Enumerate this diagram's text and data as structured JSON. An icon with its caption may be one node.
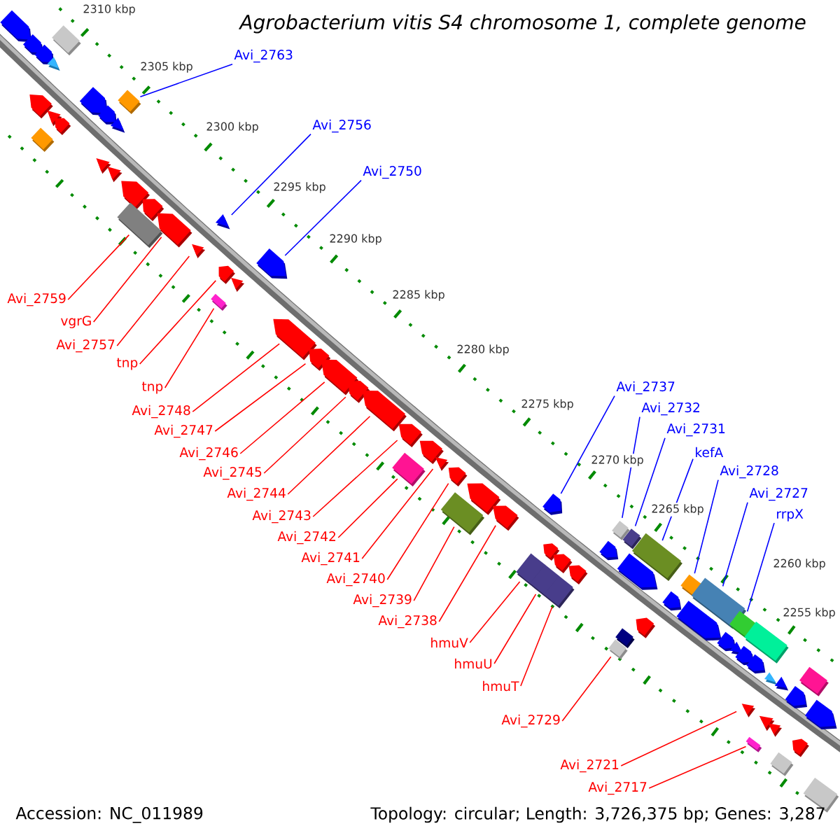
{
  "diagram": {
    "title": "Agrobacterium vitis S4 chromosome 1, complete genome",
    "nodes": [
      {
        "text": [
          "Avi_2763"
        ]
      },
      {
        "text": [
          "Avi_2756"
        ]
      },
      {
        "text": [
          "Avi_2750"
        ]
      },
      {
        "text": [
          "Avi_2759"
        ]
      },
      {
        "text": [
          "vgrG"
        ]
      },
      {
        "text": [
          "Avi_2757"
        ]
      },
      {
        "text": [
          "tnp"
        ]
      },
      {
        "text": [
          "tnp"
        ]
      },
      {
        "text": [
          "Avi_2748"
        ]
      },
      {
        "text": [
          "Avi_2747"
        ]
      },
      {
        "text": [
          "Avi_2746"
        ]
      },
      {
        "text": [
          "Avi_2745"
        ]
      },
      {
        "text": [
          "Avi_2744"
        ]
      },
      {
        "text": [
          "Avi_2743"
        ]
      },
      {
        "text": [
          "Avi_2742"
        ]
      },
      {
        "text": [
          "Avi_2741"
        ]
      },
      {
        "text": [
          "Avi_2740"
        ]
      },
      {
        "text": [
          "Avi_2739"
        ]
      },
      {
        "text": [
          "Avi_2738"
        ]
      },
      {
        "text": [
          "hmuV"
        ]
      },
      {
        "text": [
          "hmuU"
        ]
      },
      {
        "text": [
          "hmuT"
        ]
      },
      {
        "text": [
          "Avi_2729"
        ]
      },
      {
        "text": [
          "Avi_2721"
        ]
      },
      {
        "text": [
          "Avi_2717"
        ]
      },
      {
        "text": [
          "Avi_2737"
        ]
      },
      {
        "text": [
          "Avi_2732"
        ]
      },
      {
        "text": [
          "Avi_2731"
        ]
      },
      {
        "text": [
          "kefA"
        ]
      },
      {
        "text": [
          "Avi_2728"
        ]
      },
      {
        "text": [
          "Avi_2727"
        ]
      },
      {
        "text": [
          "rrpX"
        ]
      },
      {
        "text": [],
        "shape": "arrow"
      },
      {
        "text": [],
        "shape": "arrow"
      },
      {
        "text": [],
        "shape": "arrow"
      },
      {
        "text": [],
        "shape": "box"
      },
      {
        "text": [],
        "shape": "triangle"
      },
      {
        "text": [],
        "shape": "arrow"
      },
      {
        "text": [],
        "shape": "triangle"
      },
      {
        "text": [],
        "shape": "box"
      },
      {
        "text": [],
        "shape": "arrow"
      },
      {
        "text": [],
        "shape": "arrow"
      },
      {
        "text": [],
        "shape": "arrow"
      },
      {
        "text": [],
        "shape": "box"
      },
      {
        "text": [],
        "shape": "triangle"
      },
      {
        "text": [],
        "shape": "triangle"
      },
      {
        "text": [],
        "shape": "triangle"
      },
      {
        "text": [],
        "shape": "arrow"
      },
      {
        "text": [],
        "shape": "arrow"
      },
      {
        "text": [],
        "shape": "box"
      },
      {
        "text": [],
        "shape": "arrow"
      },
      {
        "text": [],
        "shape": "triangle"
      },
      {
        "text": [],
        "shape": "triangle"
      },
      {
        "text": [],
        "shape": "arrow"
      },
      {
        "text": [],
        "shape": "triangle"
      },
      {
        "text": [],
        "shape": "box"
      },
      {
        "text": [],
        "shape": "arrow"
      },
      {
        "text": [],
        "shape": "arrow"
      },
      {
        "text": [],
        "shape": "arrow"
      },
      {
        "text": [],
        "shape": "arrow"
      },
      {
        "text": [],
        "shape": "arrow"
      },
      {
        "text": [],
        "shape": "arrow"
      },
      {
        "text": [],
        "shape": "arrow"
      },
      {
        "text": [],
        "shape": "box"
      },
      {
        "text": [],
        "shape": "arrow"
      },
      {
        "text": [],
        "shape": "triangle"
      },
      {
        "text": [],
        "shape": "arrow"
      },
      {
        "text": [],
        "shape": "box"
      },
      {
        "text": [],
        "shape": "arrow"
      },
      {
        "text": [],
        "shape": "arrow"
      },
      {
        "text": [],
        "shape": "arrow"
      },
      {
        "text": [],
        "shape": "box"
      },
      {
        "text": [],
        "shape": "arrow"
      },
      {
        "text": [],
        "shape": "arrow"
      },
      {
        "text": [],
        "shape": "box"
      },
      {
        "text": [],
        "shape": "arrow"
      },
      {
        "text": [],
        "shape": "box"
      },
      {
        "text": [],
        "shape": "box"
      },
      {
        "text": [],
        "shape": "arrow"
      },
      {
        "text": [],
        "shape": "box"
      },
      {
        "text": [],
        "shape": "arrow"
      },
      {
        "text": [],
        "shape": "box"
      },
      {
        "text": [],
        "shape": "box"
      },
      {
        "text": [],
        "shape": "box"
      },
      {
        "text": [],
        "shape": "arrow"
      },
      {
        "text": [],
        "shape": "arrow"
      },
      {
        "text": [],
        "shape": "box"
      },
      {
        "text": [],
        "shape": "box"
      },
      {
        "text": [],
        "shape": "arrow"
      },
      {
        "text": [],
        "shape": "box"
      },
      {
        "text": [],
        "shape": "arrow"
      },
      {
        "text": [],
        "shape": "triangle"
      },
      {
        "text": [],
        "shape": "arrow"
      },
      {
        "text": [],
        "shape": "box"
      },
      {
        "text": [],
        "shape": "arrow"
      },
      {
        "text": [],
        "shape": "triangle"
      },
      {
        "text": [],
        "shape": "triangle"
      },
      {
        "text": [],
        "shape": "triangle"
      },
      {
        "text": [],
        "shape": "triangle"
      },
      {
        "text": [],
        "shape": "box"
      },
      {
        "text": [],
        "shape": "box"
      },
      {
        "text": [],
        "shape": "triangle"
      },
      {
        "text": [],
        "shape": "arrow"
      },
      {
        "text": [],
        "shape": "box"
      },
      {
        "text": [],
        "shape": "arrow"
      },
      {
        "text": [],
        "shape": "arrow"
      },
      {
        "text": [],
        "shape": "box"
      }
    ],
    "edges": [
      {
        "from": 0,
        "to": 43,
        "arrow": "none",
        "color": "#0000ff"
      },
      {
        "from": 1,
        "to": 52,
        "arrow": "none",
        "color": "#0000ff"
      },
      {
        "from": 2,
        "to": 56,
        "arrow": "none",
        "color": "#0000ff"
      },
      {
        "from": 3,
        "to": 49,
        "arrow": "none"
      },
      {
        "from": 4,
        "to": 50,
        "arrow": "none"
      },
      {
        "from": 5,
        "to": 51,
        "arrow": "none"
      },
      {
        "from": 6,
        "to": 53,
        "arrow": "none"
      },
      {
        "from": 7,
        "to": 55,
        "arrow": "none"
      },
      {
        "from": 8,
        "to": 57,
        "arrow": "none"
      },
      {
        "from": 9,
        "to": 58,
        "arrow": "none"
      },
      {
        "from": 10,
        "to": 59,
        "arrow": "none"
      },
      {
        "from": 11,
        "to": 60,
        "arrow": "none"
      },
      {
        "from": 12,
        "to": 61,
        "arrow": "none"
      },
      {
        "from": 13,
        "to": 62,
        "arrow": "none"
      },
      {
        "from": 14,
        "to": 63,
        "arrow": "none"
      },
      {
        "from": 15,
        "to": 65,
        "arrow": "none"
      },
      {
        "from": 16,
        "to": 66,
        "arrow": "none"
      },
      {
        "from": 17,
        "to": 67,
        "arrow": "none"
      },
      {
        "from": 18,
        "to": 69,
        "arrow": "none"
      },
      {
        "from": 19,
        "to": 71,
        "arrow": "none"
      },
      {
        "from": 20,
        "to": 74,
        "arrow": "none"
      },
      {
        "from": 21,
        "to": 76,
        "arrow": "none"
      },
      {
        "from": 22,
        "to": 83,
        "arrow": "none"
      },
      {
        "from": 23,
        "to": 95,
        "arrow": "none"
      },
      {
        "from": 24,
        "to": 99,
        "arrow": "none"
      },
      {
        "from": 25,
        "to": 70,
        "arrow": "none",
        "color": "#0000ff"
      },
      {
        "from": 26,
        "to": 77,
        "arrow": "none",
        "color": "#0000ff"
      },
      {
        "from": 27,
        "to": 79,
        "arrow": "none",
        "color": "#0000ff"
      },
      {
        "from": 28,
        "to": 81,
        "arrow": "none",
        "color": "#0000ff"
      },
      {
        "from": 29,
        "to": 86,
        "arrow": "none",
        "color": "#0000ff"
      },
      {
        "from": 30,
        "to": 87,
        "arrow": "none",
        "color": "#0000ff"
      },
      {
        "from": 31,
        "to": 89,
        "arrow": "none",
        "color": "#0000ff"
      }
    ],
    "labels": [
      "2310 kbp",
      "2305 kbp",
      "2300 kbp",
      "2295 kbp",
      "2290 kbp",
      "2285 kbp",
      "2280 kbp",
      "2275 kbp",
      "2270 kbp",
      "2265 kbp",
      "2260 kbp",
      "2255 kbp",
      "Accession: NC_011989",
      "Topology: circular; Length: 3,726,375 bp; Genes: 3,287"
    ]
  }
}
